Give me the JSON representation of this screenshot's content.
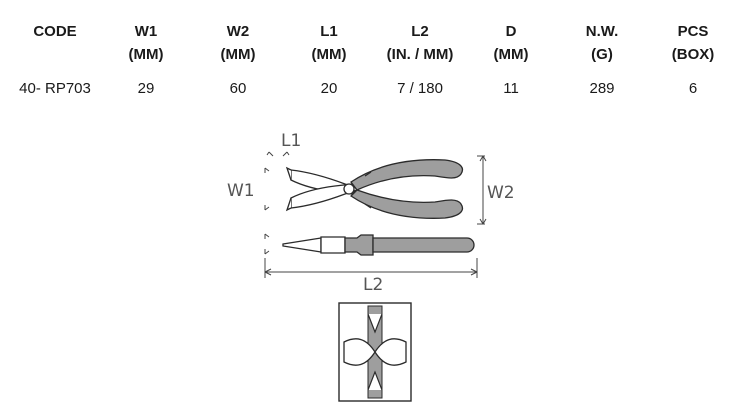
{
  "table": {
    "headers": [
      {
        "name": "CODE",
        "unit": ""
      },
      {
        "name": "W1",
        "unit": "(MM)"
      },
      {
        "name": "W2",
        "unit": "(MM)"
      },
      {
        "name": "L1",
        "unit": "(MM)"
      },
      {
        "name": "L2",
        "unit": "(IN. / MM)"
      },
      {
        "name": "D",
        "unit": "(MM)"
      },
      {
        "name": "N.W.",
        "unit": "(G)"
      },
      {
        "name": "PCS",
        "unit": "(BOX)"
      }
    ],
    "row": [
      "40- RP703",
      "29",
      "60",
      "20",
      "7 / 180",
      "11",
      "289",
      "6"
    ]
  },
  "drawing": {
    "labels": {
      "l1": "L1",
      "w1": "W1",
      "w2": "W2",
      "l2": "L2"
    },
    "colors": {
      "handle": "#9e9e9e",
      "outline": "#2b2b2b",
      "dimension": "#444444"
    }
  }
}
